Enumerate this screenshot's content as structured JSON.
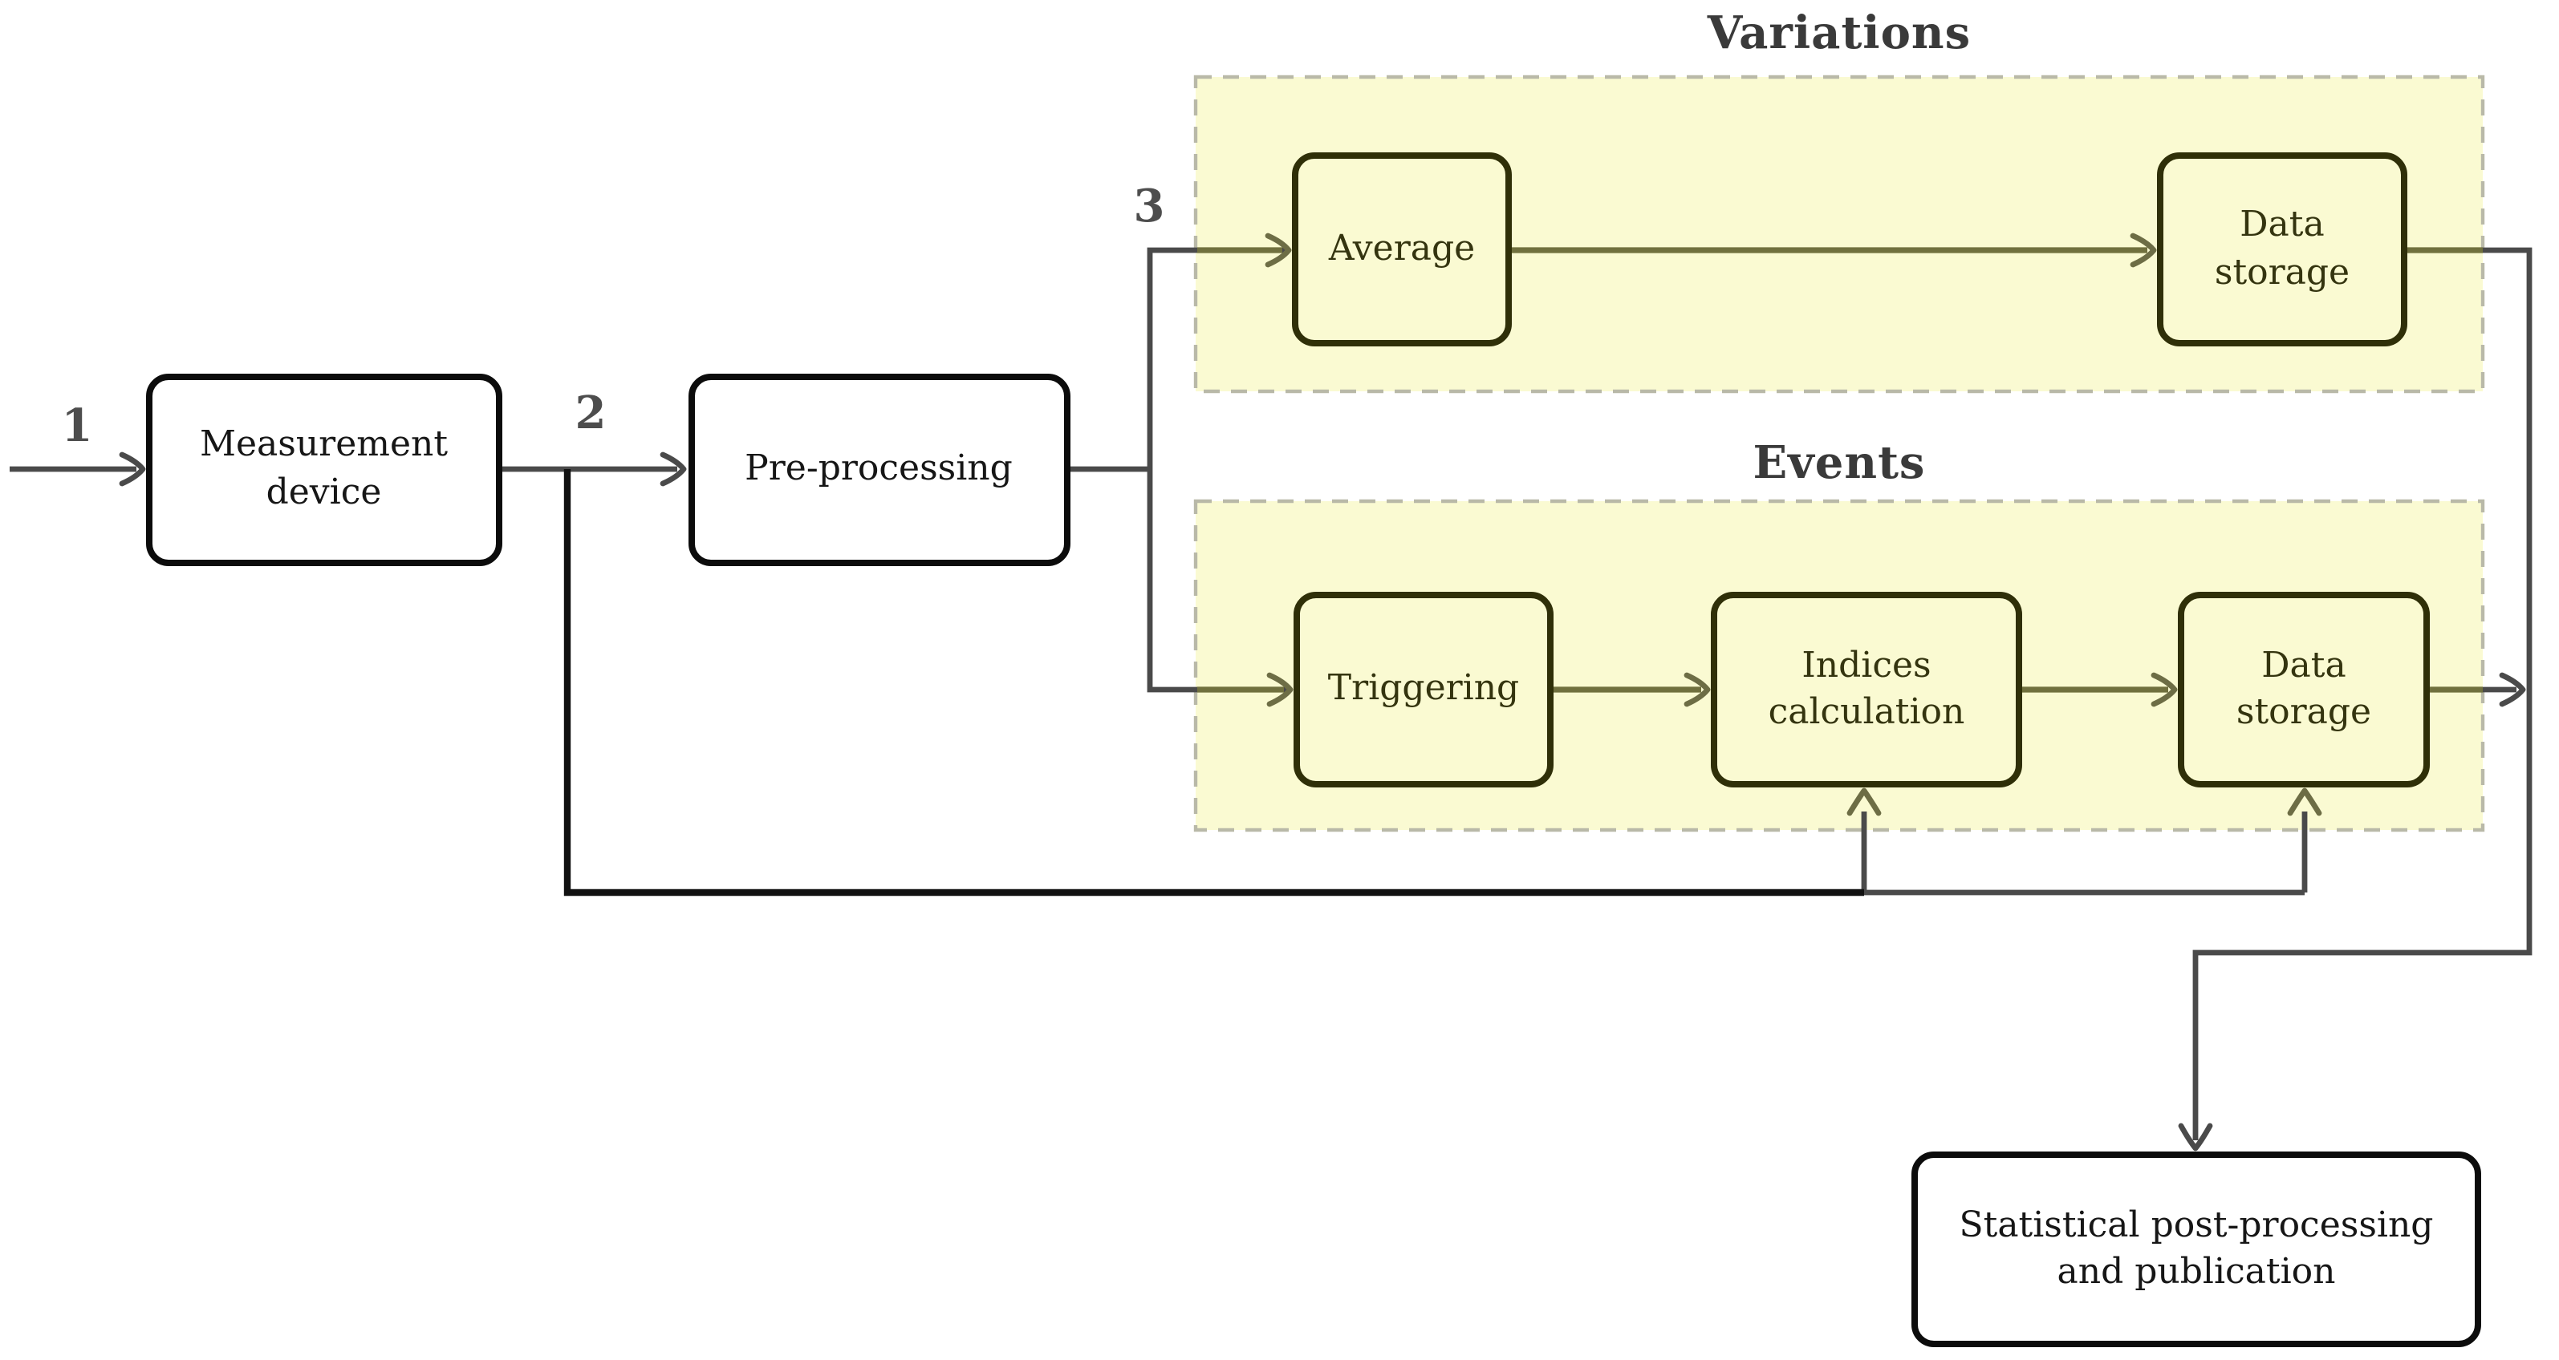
{
  "diagram": {
    "title_hint": "measurement data processing flow",
    "regions": [
      {
        "id": "variations",
        "title": "Variations"
      },
      {
        "id": "events",
        "title": "Events"
      }
    ],
    "nodes": [
      {
        "id": "measurement-device",
        "label": "Measurement\ndevice"
      },
      {
        "id": "pre-processing",
        "label": "Pre-processing"
      },
      {
        "id": "average",
        "label": "Average"
      },
      {
        "id": "data-storage-variations",
        "label": "Data\nstorage"
      },
      {
        "id": "triggering",
        "label": "Triggering"
      },
      {
        "id": "indices-calculation",
        "label": "Indices\ncalculation"
      },
      {
        "id": "data-storage-events",
        "label": "Data\nstorage"
      },
      {
        "id": "statistical-post-processing",
        "label": "Statistical post-processing\nand publication"
      }
    ],
    "step_labels": [
      {
        "label": "1"
      },
      {
        "label": "2"
      },
      {
        "label": "3"
      }
    ],
    "colors": {
      "canvas_bg": "#ffffff",
      "region_fill": "#fafad2",
      "region_border": "#b9b9a8",
      "olive_border": "#2f2f08",
      "olive_text": "#34340f",
      "olive_line": "#70703e",
      "olive_arrow": "#6d6d45",
      "line_gray": "#4a4a4a",
      "line_black": "#111111",
      "box_border": "#0c0c0c",
      "title_color": "#3a3a3a",
      "label_color": "#161616",
      "step_color": "#4d4d4d"
    }
  }
}
